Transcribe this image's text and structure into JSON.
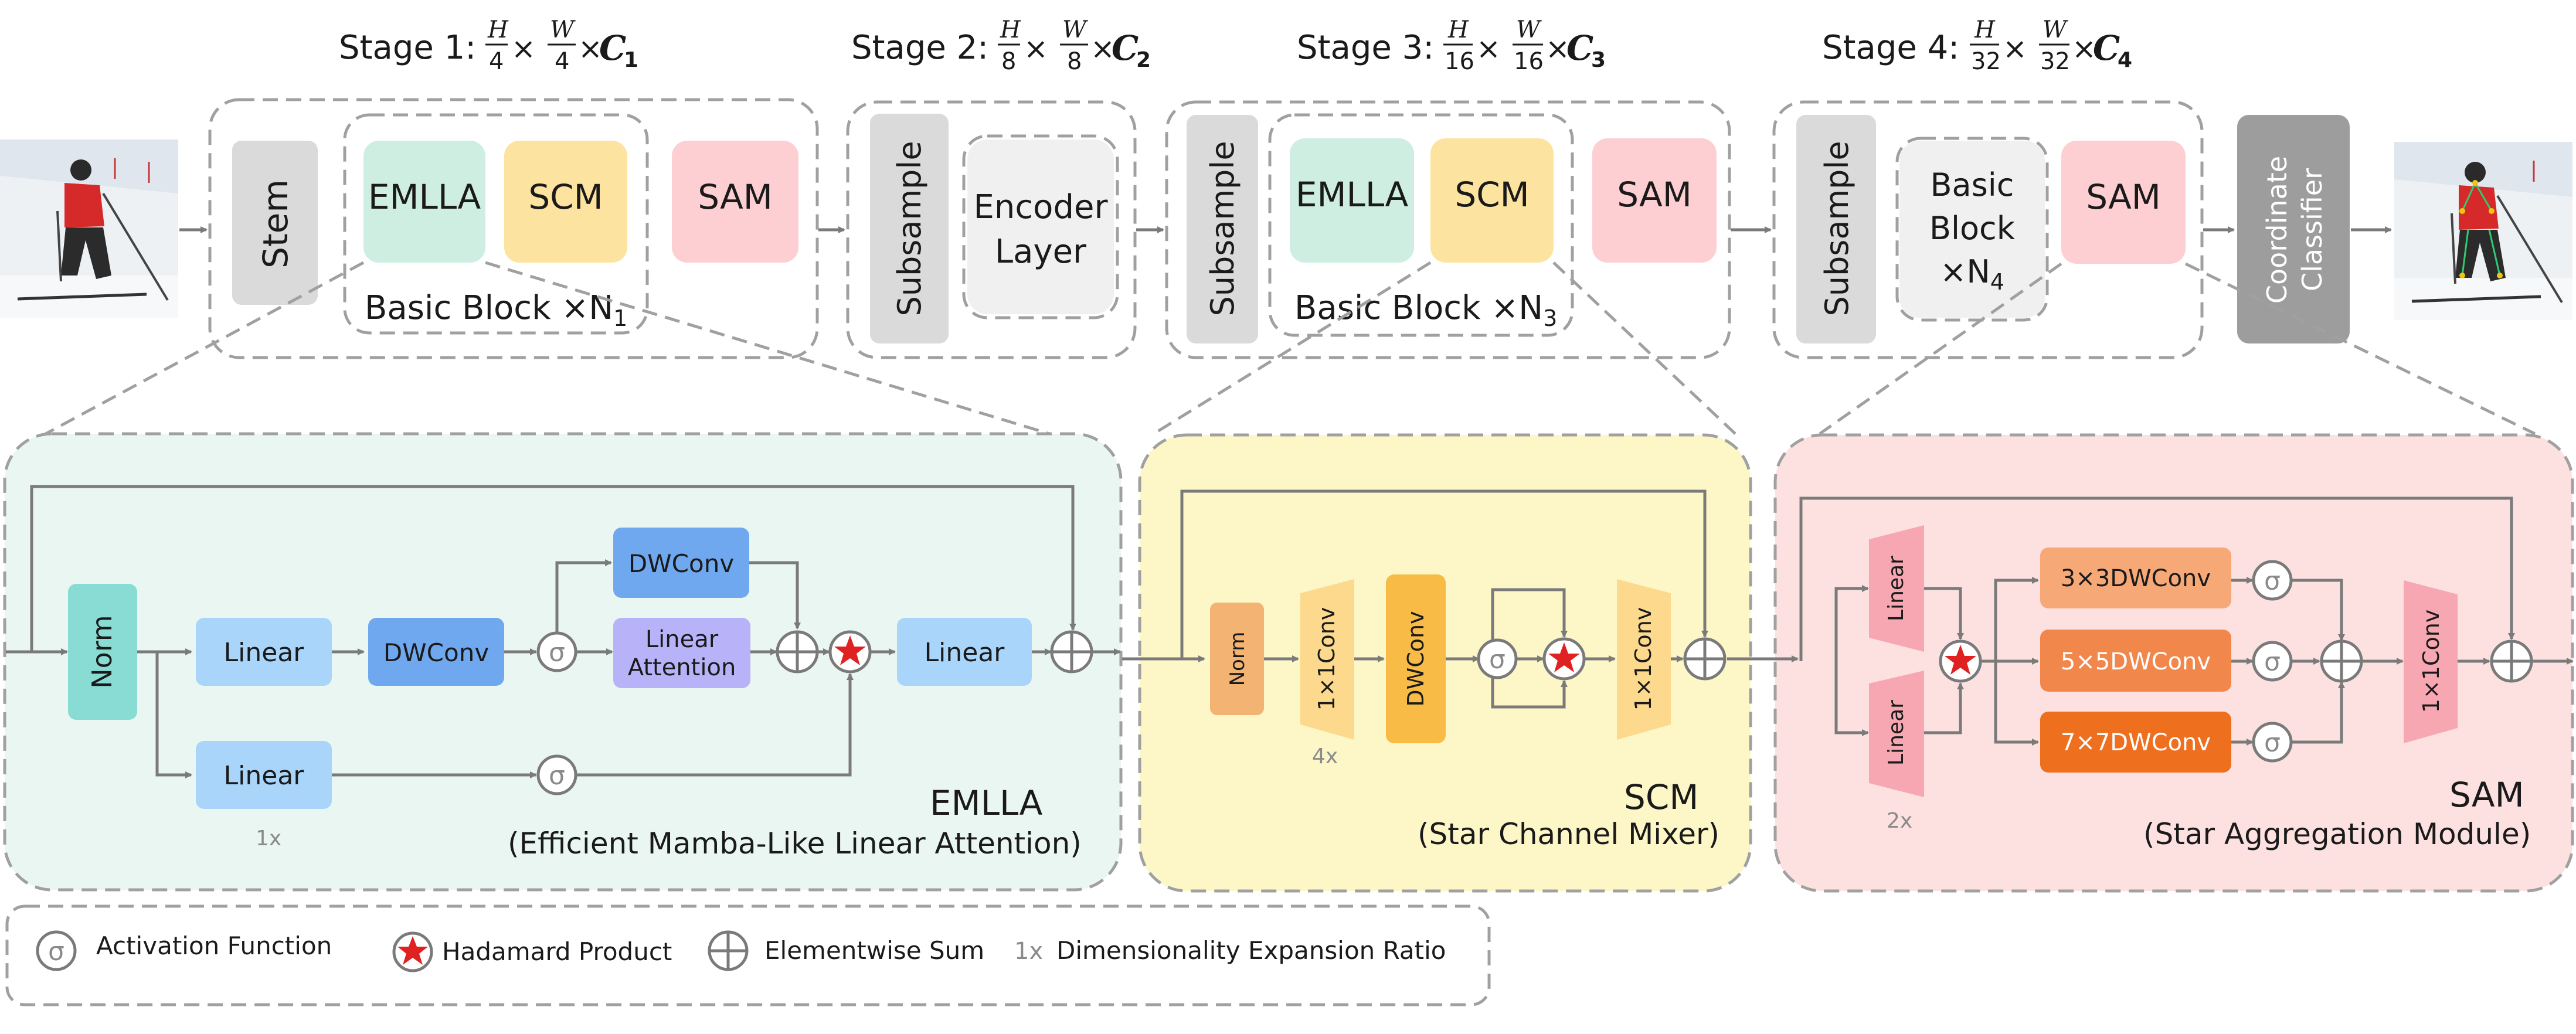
{
  "stages": [
    {
      "prefix": "Stage 1:",
      "h": "H",
      "hd": "4",
      "w": "W",
      "wd": "4",
      "c": "C",
      "cs": "1"
    },
    {
      "prefix": "Stage 2:",
      "h": "H",
      "hd": "8",
      "w": "W",
      "wd": "8",
      "c": "C",
      "cs": "2"
    },
    {
      "prefix": "Stage 3:",
      "h": "H",
      "hd": "16",
      "w": "W",
      "wd": "16",
      "c": "C",
      "cs": "3"
    },
    {
      "prefix": "Stage 4:",
      "h": "H",
      "hd": "32",
      "w": "W",
      "wd": "32",
      "c": "C",
      "cs": "4"
    }
  ],
  "top": {
    "stem": "Stem",
    "emlla": "EMLLA",
    "scm": "SCM",
    "sam": "SAM",
    "subsample": "Subsample",
    "encoder_line1": "Encoder",
    "encoder_line2": "Layer",
    "basic_block": "Basic Block ×N",
    "n1": "1",
    "n3": "3",
    "n4": "4",
    "basic_line1": "Basic",
    "basic_line2": "Block",
    "basic_line3": "×N",
    "coord_line1": "Coordinate",
    "coord_line2": "Classifier"
  },
  "emlla": {
    "norm": "Norm",
    "linear": "Linear",
    "dwconv": "DWConv",
    "linear_attention_1": "Linear",
    "linear_attention_2": "Attention",
    "ratio": "1x",
    "title": "EMLLA",
    "subtitle": "(Efficient Mamba-Like Linear Attention)"
  },
  "scm": {
    "norm": "Norm",
    "conv1": "1×1Conv",
    "dwconv": "DWConv",
    "conv2": "1×1Conv",
    "ratio": "4x",
    "title": "SCM",
    "subtitle": "(Star Channel Mixer)"
  },
  "sam": {
    "linear": "Linear",
    "conv3": "3×3DWConv",
    "conv5": "5×5DWConv",
    "conv7": "7×7DWConv",
    "conv1": "1×1Conv",
    "ratio": "2x",
    "title": "SAM",
    "subtitle": "(Star Aggregation Module)"
  },
  "sigma": "σ",
  "legend": {
    "activation": "Activation  Function",
    "hadamard": "Hadamard Product",
    "sum": "Elementwise Sum",
    "ratio_sym": "1x",
    "ratio": "Dimensionality  Expansion  Ratio"
  },
  "colors": {
    "emlla_bg": "#eaf6f1",
    "scm_bg": "#fdf6c6",
    "sam_bg": "#fde1e1",
    "emlla_block": "#cdeee1",
    "scm_block": "#fde3a0",
    "sam_block": "#fdcfd2",
    "norm_teal": "#88dcd3",
    "linear_blue": "#a9d5fb",
    "dwconv_blue": "#6fa8ef",
    "lin_att_purple": "#b8b3f8",
    "scm_norm": "#f2b373",
    "scm_conv": "#fcd98d",
    "scm_dw": "#f8bb45",
    "sam_linear": "#f7a7b1",
    "sam_c3": "#f6a877",
    "sam_c5": "#f2874b",
    "sam_c7": "#ee6f1e",
    "star": "#e02121"
  },
  "icons": [
    "skier-photo-input",
    "skier-photo-output",
    "hadamard-star-icon",
    "sum-circle-icon",
    "activation-sigma-icon"
  ]
}
